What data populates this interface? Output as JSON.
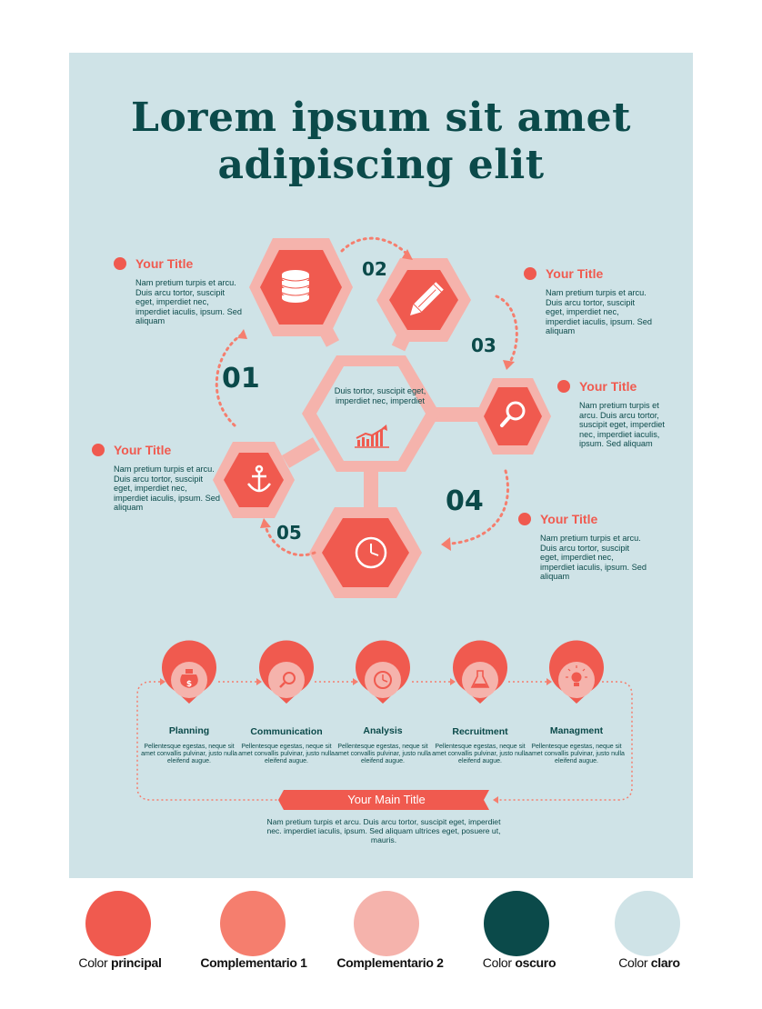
{
  "title_line1": "Lorem ipsum sit amet",
  "title_line2": "adipiscing elit",
  "center": {
    "text": "Duis tortor, suscipit eget, imperdiet nec, imperdiet",
    "icon": "growth-chart-icon"
  },
  "hexes": [
    {
      "number": "01",
      "icon": "database-icon"
    },
    {
      "number": "02",
      "icon": "pencil-icon"
    },
    {
      "number": "03",
      "icon": "search-icon"
    },
    {
      "number": "04",
      "icon": "clock-icon"
    },
    {
      "number": "05",
      "icon": "anchor-icon"
    }
  ],
  "callouts": [
    {
      "title": "Your Title",
      "body": "Nam pretium turpis et arcu. Duis arcu tortor, suscipit eget, imperdiet nec, imperdiet iaculis, ipsum. Sed aliquam"
    },
    {
      "title": "Your Title",
      "body": "Nam pretium turpis et arcu. Duis arcu tortor, suscipit eget, imperdiet nec, imperdiet iaculis, ipsum. Sed aliquam"
    },
    {
      "title": "Your Title",
      "body": "Nam pretium turpis et arcu. Duis arcu tortor, suscipit eget, imperdiet nec, imperdiet iaculis, ipsum. Sed aliquam"
    },
    {
      "title": "Your Title",
      "body": "Nam pretium turpis et arcu. Duis arcu tortor, suscipit eget, imperdiet nec, imperdiet iaculis, ipsum. Sed aliquam"
    },
    {
      "title": "Your Title",
      "body": "Nam pretium turpis et arcu. Duis arcu tortor, suscipit eget, imperdiet nec, imperdiet iaculis, ipsum. Sed aliquam"
    }
  ],
  "steps": [
    {
      "title": "Planning",
      "icon": "money-bag-icon",
      "body": "Pellentesque egestas, neque sit amet convallis pulvinar, justo nulla eleifend augue."
    },
    {
      "title": "Communication",
      "icon": "search-icon",
      "body": "Pellentesque egestas, neque sit amet convallis pulvinar, justo nulla eleifend augue."
    },
    {
      "title": "Analysis",
      "icon": "clock-icon",
      "body": "Pellentesque egestas, neque sit amet convallis pulvinar, justo nulla eleifend augue."
    },
    {
      "title": "Recruitment",
      "icon": "flask-icon",
      "body": "Pellentesque egestas, neque sit amet convallis pulvinar, justo nulla eleifend augue."
    },
    {
      "title": "Managment",
      "icon": "lightbulb-icon",
      "body": "Pellentesque egestas, neque sit amet convallis pulvinar, justo nulla eleifend augue."
    }
  ],
  "main_title": "Your Main Title",
  "main_body": "Nam pretium turpis et arcu. Duis arcu tortor, suscipit eget, imperdiet nec. imperdiet iaculis, ipsum. Sed aliquam ultrices eget, posuere ut, mauris.",
  "palette": [
    {
      "pre": "Color ",
      "bold": "principal",
      "color": "#f05a4f"
    },
    {
      "pre": "",
      "bold": "Complementario 1",
      "color": "#f57e6e"
    },
    {
      "pre": "",
      "bold": "Complementario 2",
      "color": "#f5b3ac"
    },
    {
      "pre": "Color ",
      "bold": "oscuro",
      "color": "#0b4a4a"
    },
    {
      "pre": "Color ",
      "bold": "claro",
      "color": "#cfe3e7"
    }
  ]
}
